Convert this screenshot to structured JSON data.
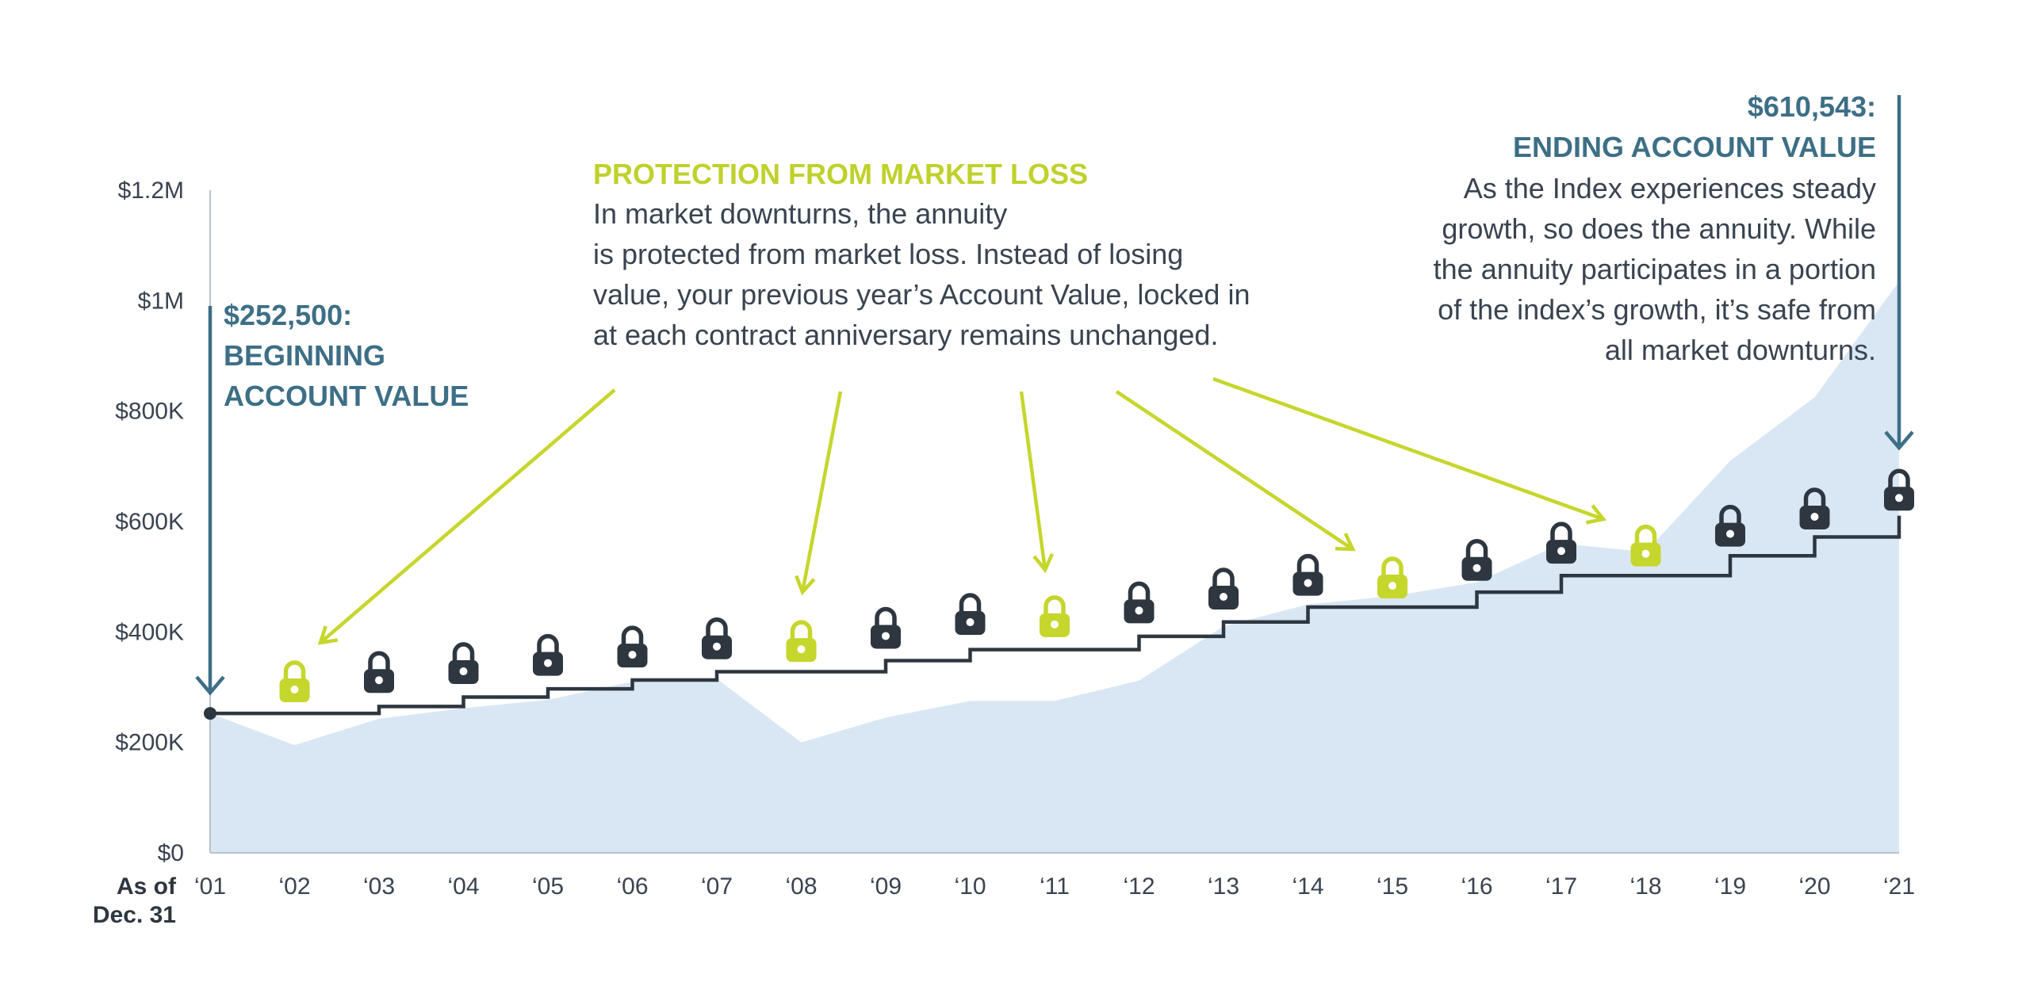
{
  "colors": {
    "index_fill": "#d9e7f5",
    "account_line": "#2e3640",
    "lock_dark": "#2e3640",
    "lock_green": "#c5d62c",
    "arrow_green": "#c5d62c",
    "teal": "#3d6f86",
    "axis": "#b8c2cc",
    "text": "#3a4350"
  },
  "annotations": {
    "beginning": {
      "value": "$252,500:",
      "line1": "BEGINNING",
      "line2": "ACCOUNT VALUE"
    },
    "ending": {
      "value": "$610,543:",
      "title": "ENDING ACCOUNT VALUE",
      "body": [
        "As the Index experiences steady",
        "growth, so does the annuity. While",
        "the annuity participates in a portion",
        "of the index’s growth, it’s safe from",
        "all market downturns."
      ]
    },
    "protection": {
      "title": "PROTECTION FROM MARKET LOSS",
      "body": [
        "In market downturns, the annuity",
        "is protected from market loss. Instead of losing",
        "value, your previous year’s Account Value, locked in",
        "at each contract anniversary remains unchanged."
      ]
    }
  },
  "xaxis_caption": {
    "line1": "As of",
    "line2": "Dec. 31"
  },
  "chart_data": {
    "type": "area",
    "categories": [
      "‘01",
      "‘02",
      "‘03",
      "‘04",
      "‘05",
      "‘06",
      "‘07",
      "‘08",
      "‘09",
      "‘10",
      "‘11",
      "‘12",
      "‘13",
      "‘14",
      "‘15",
      "‘16",
      "‘17",
      "‘18",
      "‘19",
      "‘20",
      "‘21"
    ],
    "ylim": [
      0,
      1200000
    ],
    "yticks": [
      {
        "value": 0,
        "label": "$0"
      },
      {
        "value": 200000,
        "label": "$200K"
      },
      {
        "value": 400000,
        "label": "$400K"
      },
      {
        "value": 600000,
        "label": "$600K"
      },
      {
        "value": 800000,
        "label": "$800K"
      },
      {
        "value": 1000000,
        "label": "$1M"
      },
      {
        "value": 1200000,
        "label": "$1.2M"
      }
    ],
    "grid": false,
    "series": [
      {
        "kind": "area",
        "values": [
          252500,
          195000,
          243000,
          262000,
          277000,
          310000,
          315000,
          200000,
          245000,
          275000,
          275000,
          312000,
          410000,
          450000,
          465000,
          490000,
          560000,
          545000,
          710000,
          825000,
          1035000
        ]
      },
      {
        "kind": "step-line",
        "values": [
          252500,
          252500,
          265000,
          282000,
          297000,
          313000,
          328000,
          328000,
          348000,
          368000,
          368000,
          392000,
          418000,
          445000,
          445000,
          472000,
          502000,
          502000,
          538000,
          572000,
          610543
        ]
      }
    ],
    "locks": [
      {
        "year": "‘02",
        "value": 310000,
        "protected": true
      },
      {
        "year": "‘03",
        "value": 327000,
        "protected": false
      },
      {
        "year": "‘04",
        "value": 343000,
        "protected": false
      },
      {
        "year": "‘05",
        "value": 358000,
        "protected": false
      },
      {
        "year": "‘06",
        "value": 373000,
        "protected": false
      },
      {
        "year": "‘07",
        "value": 388000,
        "protected": false
      },
      {
        "year": "‘08",
        "value": 383000,
        "protected": true
      },
      {
        "year": "‘09",
        "value": 407000,
        "protected": false
      },
      {
        "year": "‘10",
        "value": 432000,
        "protected": false
      },
      {
        "year": "‘11",
        "value": 428000,
        "protected": true
      },
      {
        "year": "‘12",
        "value": 453000,
        "protected": false
      },
      {
        "year": "‘13",
        "value": 478000,
        "protected": false
      },
      {
        "year": "‘14",
        "value": 503000,
        "protected": false
      },
      {
        "year": "‘15",
        "value": 498000,
        "protected": true
      },
      {
        "year": "‘16",
        "value": 530000,
        "protected": false
      },
      {
        "year": "‘17",
        "value": 561000,
        "protected": false
      },
      {
        "year": "‘18",
        "value": 556000,
        "protected": true
      },
      {
        "year": "‘19",
        "value": 592000,
        "protected": false
      },
      {
        "year": "‘20",
        "value": 623000,
        "protected": false
      },
      {
        "year": "‘21",
        "value": 657000,
        "protected": false
      }
    ]
  }
}
